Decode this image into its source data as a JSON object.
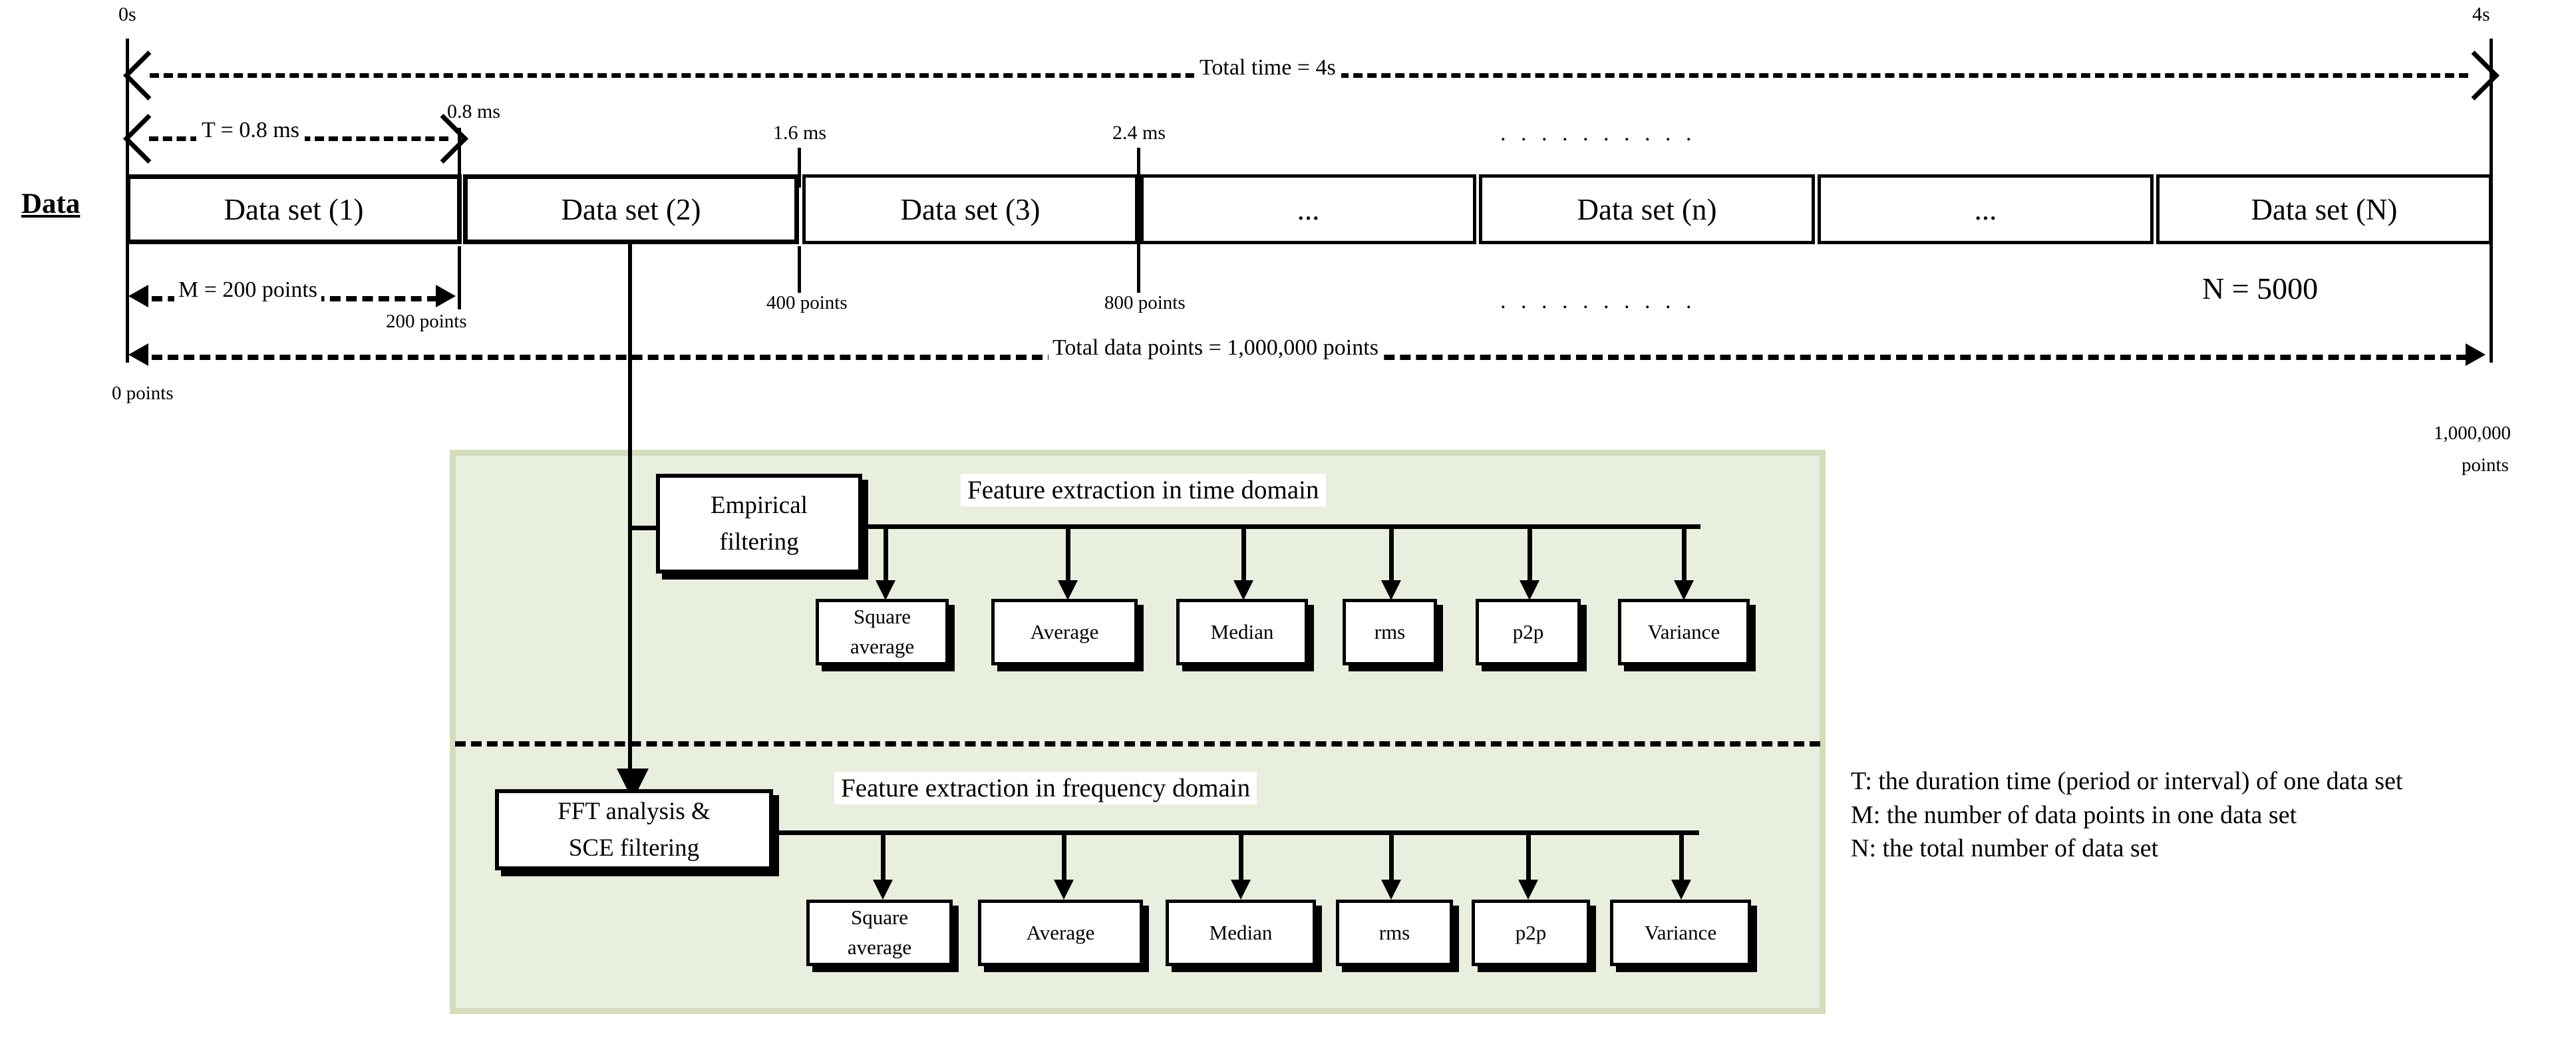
{
  "diagram": {
    "title_label": "Data",
    "timeline_top": {
      "start_marker": "0s",
      "end_marker": "4s",
      "total_time_label": "Total time = 4s",
      "period_label": "T = 0.8 ms",
      "ticks": [
        "0.8 ms",
        "1.6 ms",
        "2.4 ms"
      ],
      "tick_ellipsis": ". . . . . . . . . ."
    },
    "data_sets": [
      {
        "label": "Data set (1)"
      },
      {
        "label": "Data set (2)"
      },
      {
        "label": "Data set (3)"
      },
      {
        "label": "..."
      },
      {
        "label": "Data set (n)"
      },
      {
        "label": "..."
      },
      {
        "label": "Data set (N)"
      }
    ],
    "timeline_bottom": {
      "m_label": "M = 200 points",
      "point_ticks": [
        "200 points",
        "400 points",
        "800 points"
      ],
      "point_ellipsis": ". . . . . . . . . .",
      "n_label": "N = 5000",
      "total_points_label": "Total data points = 1,000,000 points",
      "start_points": "0 points",
      "end_points_line1": "1,000,000",
      "end_points_line2": "points"
    },
    "time_domain": {
      "process_box": "Empirical\nfiltering",
      "process_line1": "Empirical",
      "process_line2": "filtering",
      "section_label": "Feature extraction in time domain",
      "features": [
        "Square\naverage",
        "Average",
        "Median",
        "rms",
        "p2p",
        "Variance"
      ],
      "feature_labels": [
        {
          "line1": "Square",
          "line2": "average"
        },
        {
          "line1": "Average",
          "line2": ""
        },
        {
          "line1": "Median",
          "line2": ""
        },
        {
          "line1": "rms",
          "line2": ""
        },
        {
          "line1": "p2p",
          "line2": ""
        },
        {
          "line1": "Variance",
          "line2": ""
        }
      ]
    },
    "frequency_domain": {
      "process_line1": "FFT analysis &",
      "process_line2": "SCE filtering",
      "section_label": "Feature extraction in frequency domain",
      "feature_labels": [
        {
          "line1": "Square",
          "line2": "average"
        },
        {
          "line1": "Average",
          "line2": ""
        },
        {
          "line1": "Median",
          "line2": ""
        },
        {
          "line1": "rms",
          "line2": ""
        },
        {
          "line1": "p2p",
          "line2": ""
        },
        {
          "line1": "Variance",
          "line2": ""
        }
      ]
    },
    "legend": {
      "line_t": "T: the duration time (period or interval) of one data set",
      "line_m": "M: the number of data points in one data set",
      "line_n": "N: the total number of data set"
    },
    "colors": {
      "panel_fill": "#e9efdf",
      "panel_border": "#d3ddbd",
      "stroke": "#000000",
      "background": "#ffffff"
    }
  }
}
